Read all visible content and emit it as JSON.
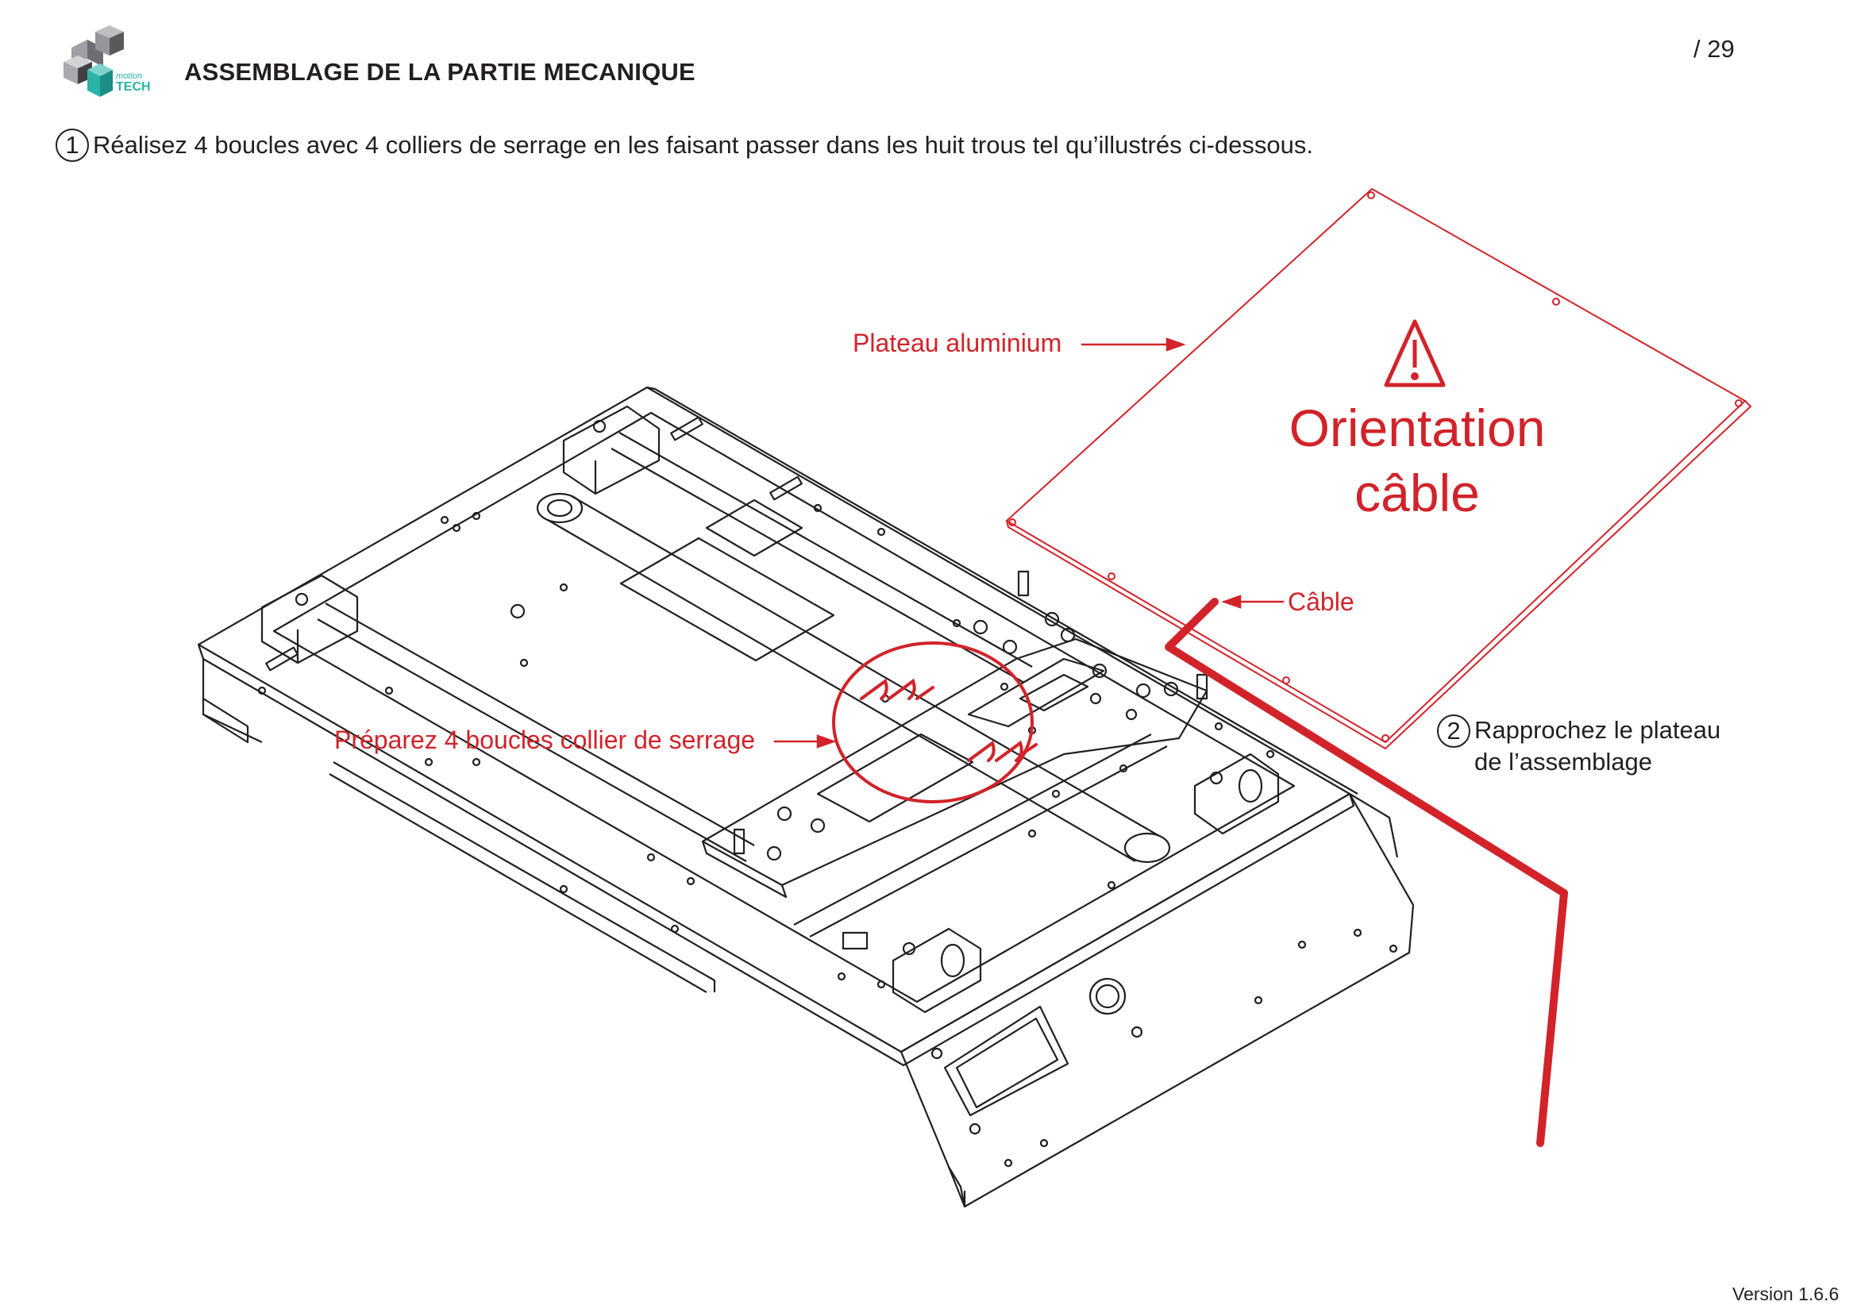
{
  "header": {
    "title": "ASSEMBLAGE DE LA PARTIE MECANIQUE",
    "page_number": "/ 29",
    "logo_text_top": "motion",
    "logo_text_bottom": "TECH"
  },
  "step1": {
    "number": "1",
    "text": "Réalisez 4 boucles avec 4 colliers de serrage en les faisant passer dans les huit trous tel qu’illustrés ci-dessous."
  },
  "callouts": {
    "plateau": "Plateau aluminium",
    "cable": "Câble",
    "colliers": "Préparez 4 boucles collier de serrage",
    "orientation_line1": "Orientation",
    "orientation_line2": "câble",
    "warning_icon": "warning-triangle-icon"
  },
  "step2": {
    "number": "2",
    "line1": "Rapprochez le plateau",
    "line2": "de l’assemblage"
  },
  "footer": {
    "version": "Version 1.6.6"
  },
  "colors": {
    "accent_red": "#d2232a",
    "line_black": "#231f20",
    "logo_teal": "#2bb3a8"
  }
}
